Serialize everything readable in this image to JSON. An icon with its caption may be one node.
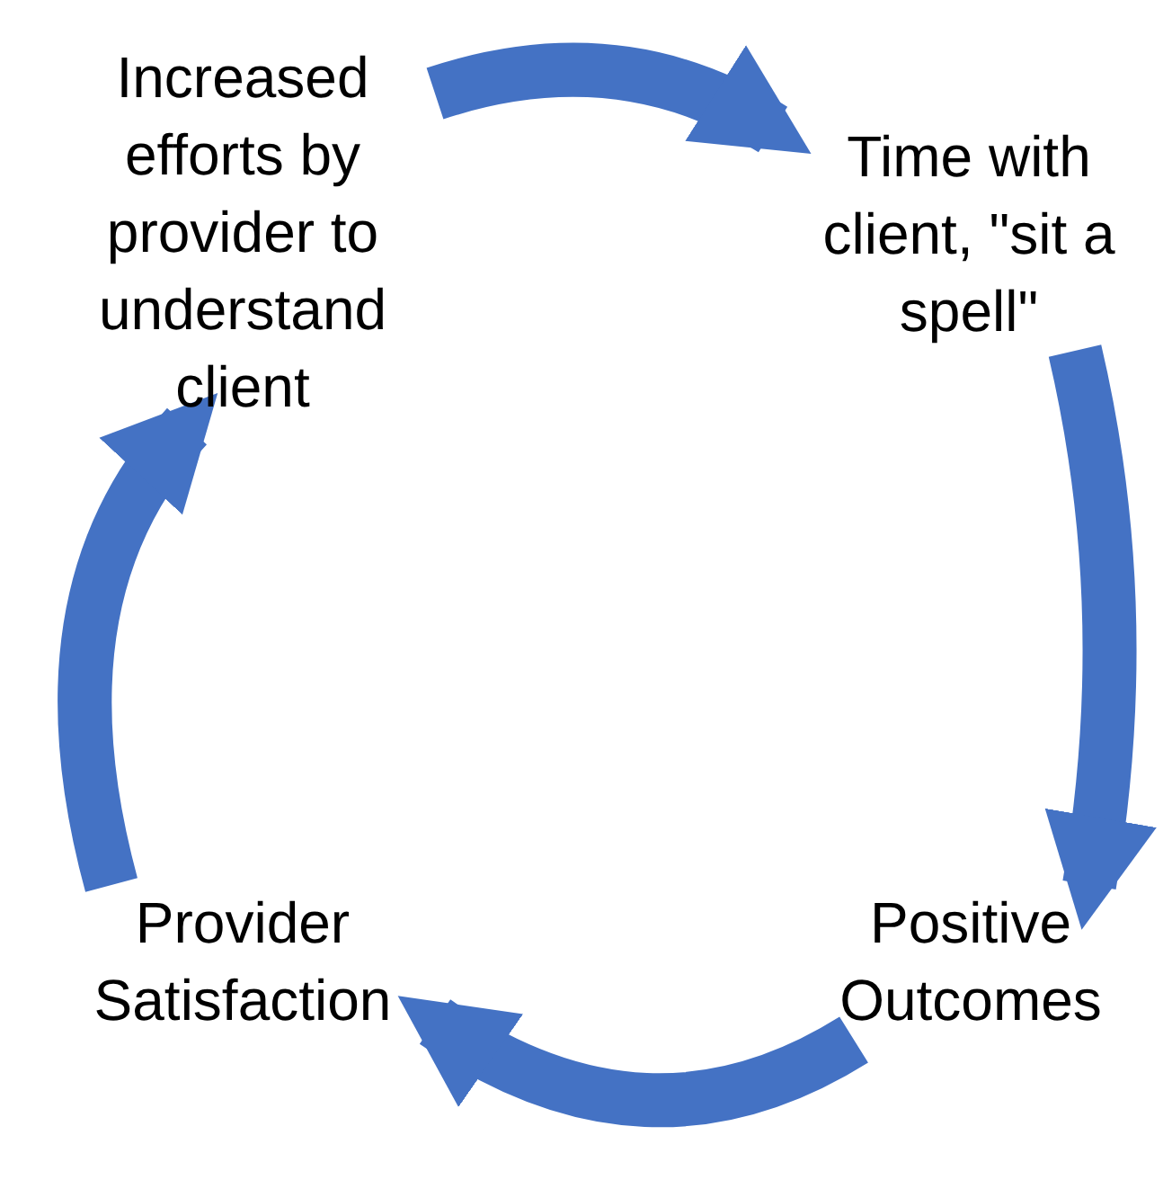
{
  "diagram": {
    "nodes": [
      {
        "text": [
          "Increased efforts by provider to understand client"
        ]
      },
      {
        "text": [
          "Time with client, \"sit a spell\""
        ]
      },
      {
        "text": [
          "Positive Outcomes"
        ]
      },
      {
        "text": [
          "Provider Satisfaction"
        ]
      }
    ],
    "edges": [
      {
        "from": 0,
        "to": 1,
        "arrow": "to"
      },
      {
        "from": 1,
        "to": 2,
        "arrow": "to"
      },
      {
        "from": 2,
        "to": 3,
        "arrow": "to"
      },
      {
        "from": 3,
        "to": 0,
        "arrow": "to"
      }
    ]
  }
}
